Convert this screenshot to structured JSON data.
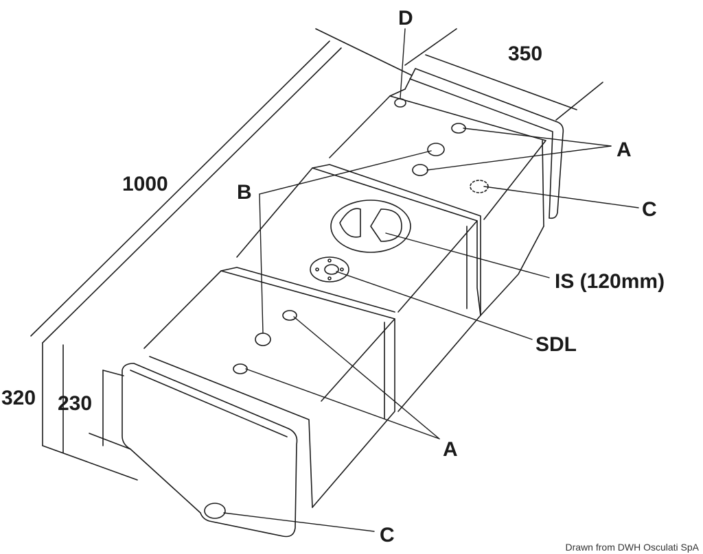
{
  "dimensions": {
    "length": "1000",
    "width": "350",
    "height_total": "320",
    "height_body": "230"
  },
  "labels": {
    "d": "D",
    "a_top": "A",
    "a_bottom": "A",
    "b": "B",
    "c_top": "C",
    "c_bottom": "C",
    "is": "IS (120mm)",
    "sdl": "SDL"
  },
  "credit": "Drawn from DWH Osculati SpA",
  "colors": {
    "line": "#1a1a1a",
    "text": "#1a1a1a",
    "background": "#ffffff"
  }
}
